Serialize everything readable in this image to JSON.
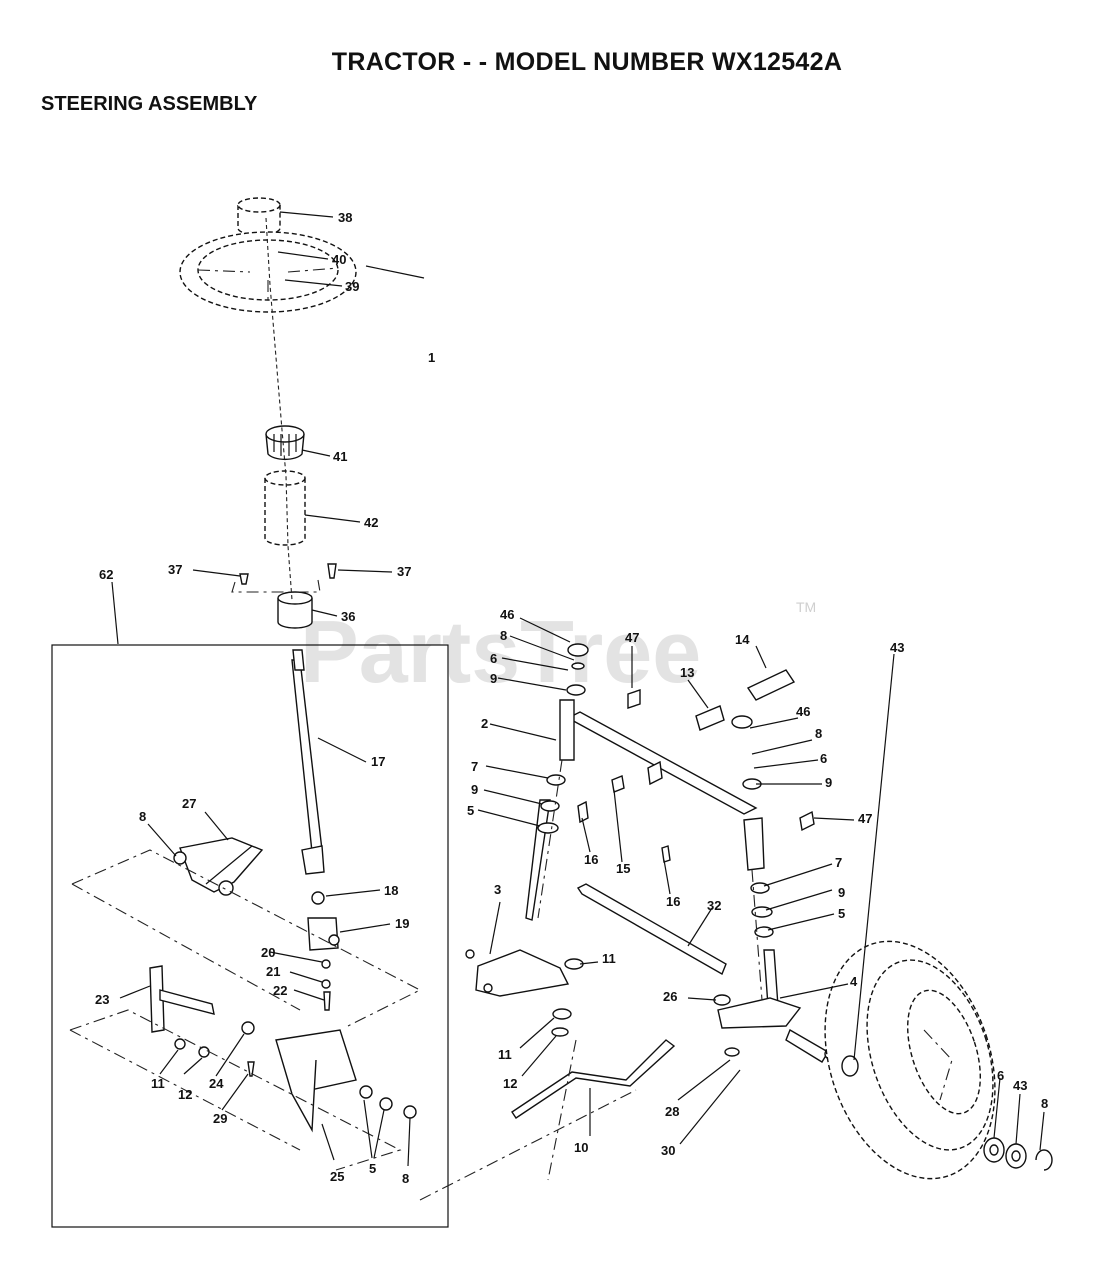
{
  "title": "TRACTOR - - MODEL NUMBER WX12542A",
  "subtitle": "STEERING ASSEMBLY",
  "watermark": "PartsTree",
  "trademark": "TM",
  "callouts": [
    "38",
    "40",
    "39",
    "1",
    "41",
    "42",
    "37",
    "37",
    "36",
    "62",
    "17",
    "27",
    "8",
    "18",
    "19",
    "20",
    "21",
    "22",
    "23",
    "11",
    "12",
    "24",
    "29",
    "25",
    "5",
    "8",
    "46",
    "8",
    "6",
    "9",
    "2",
    "7",
    "9",
    "5",
    "16",
    "15",
    "47",
    "13",
    "14",
    "46",
    "8",
    "6",
    "9",
    "47",
    "16",
    "7",
    "9",
    "5",
    "3",
    "11",
    "32",
    "4",
    "26",
    "11",
    "12",
    "28",
    "30",
    "10",
    "43",
    "6",
    "43",
    "8"
  ]
}
